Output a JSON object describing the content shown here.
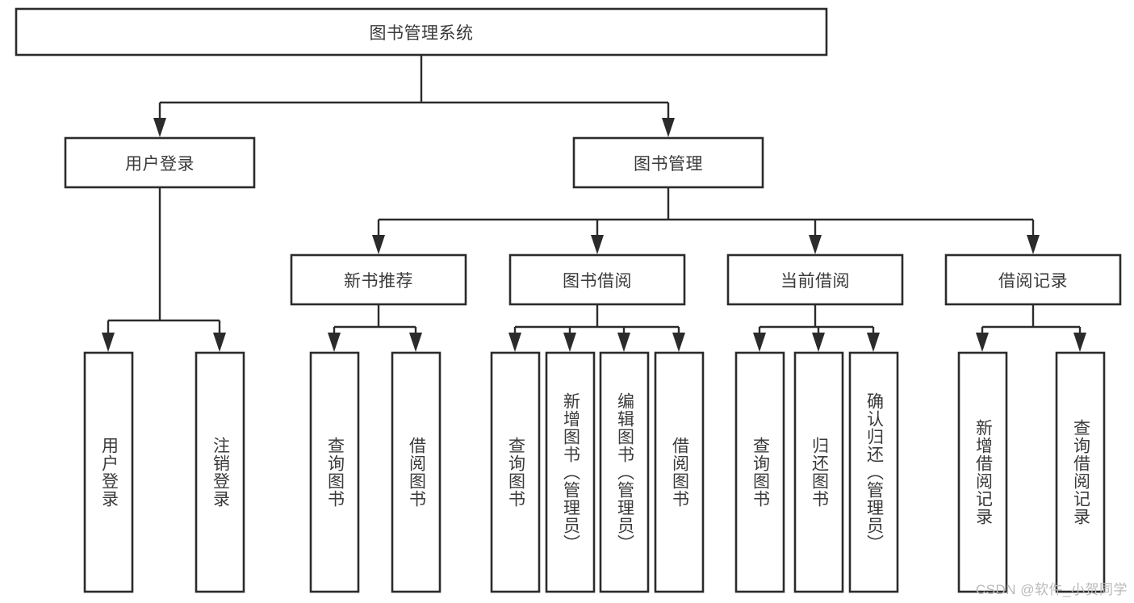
{
  "diagram": {
    "type": "hierarchy-tree",
    "title": "图书管理系统",
    "watermark": "CSDN @软件_小贺同学",
    "colors": {
      "box_stroke": "#2b2b2b",
      "box_fill": "#ffffff",
      "text": "#3a3a3a",
      "connector": "#2b2b2b",
      "watermark": "#b9b9b9",
      "background": "#ffffff"
    },
    "root": {
      "label": "图书管理系统"
    },
    "level2": [
      {
        "label": "用户登录"
      },
      {
        "label": "图书管理"
      }
    ],
    "level3": [
      {
        "label": "新书推荐"
      },
      {
        "label": "图书借阅"
      },
      {
        "label": "当前借阅"
      },
      {
        "label": "借阅记录"
      }
    ],
    "leaves": {
      "user_login": [
        {
          "label": "用户登录"
        },
        {
          "label": "注销登录"
        }
      ],
      "new_book_recommend": [
        {
          "label": "查询图书"
        },
        {
          "label": "借阅图书"
        }
      ],
      "book_borrow": [
        {
          "label": "查询图书"
        },
        {
          "label": "新增图书（管理员）"
        },
        {
          "label": "编辑图书（管理员）"
        },
        {
          "label": "借阅图书"
        }
      ],
      "current_borrow": [
        {
          "label": "查询图书"
        },
        {
          "label": "归还图书"
        },
        {
          "label": "确认归还（管理员）"
        }
      ],
      "borrow_record": [
        {
          "label": "新增借阅记录"
        },
        {
          "label": "查询借阅记录"
        }
      ]
    }
  }
}
